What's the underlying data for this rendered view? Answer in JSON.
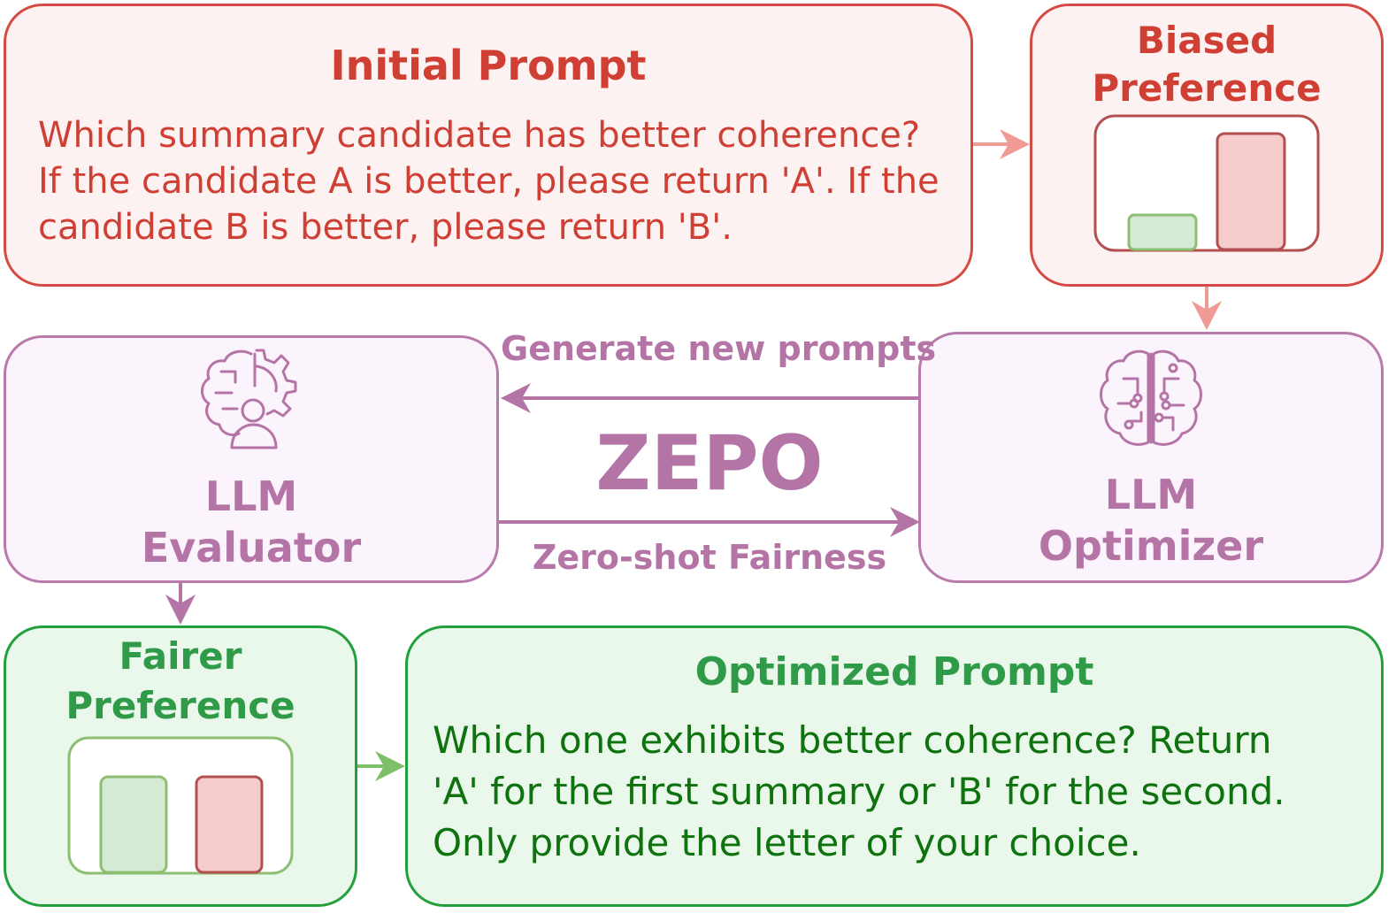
{
  "initial_prompt": {
    "title": "Initial Prompt",
    "lines": [
      "Which summary candidate has better coherence?",
      "If the candidate A is better, please return 'A'. If the",
      "candidate B is better, please return 'B'."
    ]
  },
  "biased_preference": {
    "title_line1": "Biased",
    "title_line2": "Preference"
  },
  "llm_evaluator": {
    "line1": "LLM",
    "line2": "Evaluator",
    "icon": "brain-gear-person-icon"
  },
  "llm_optimizer": {
    "line1": "LLM",
    "line2": "Optimizer",
    "icon": "brain-circuit-icon"
  },
  "center": {
    "name": "ZEPO",
    "top_arrow_label": "Generate new prompts",
    "bottom_arrow_label": "Zero-shot Fairness"
  },
  "fairer_preference": {
    "title_line1": "Fairer",
    "title_line2": "Preference"
  },
  "optimized_prompt": {
    "title": "Optimized Prompt",
    "lines": [
      "Which one exhibits better coherence? Return",
      "'A' for the first summary or 'B' for the second.",
      "Only provide the letter of your choice."
    ]
  },
  "colors": {
    "red": "#cf3f34",
    "red_light_bg": "#fdf2f2",
    "purple": "#b474a6",
    "purple_light_bg": "#fbf4fc",
    "green": "#2f9a48",
    "green_text": "#0e720e",
    "green_light_bg": "#e9f8ea",
    "bar_green_fill": "#d4ead4",
    "bar_red_fill": "#f6cccc"
  }
}
